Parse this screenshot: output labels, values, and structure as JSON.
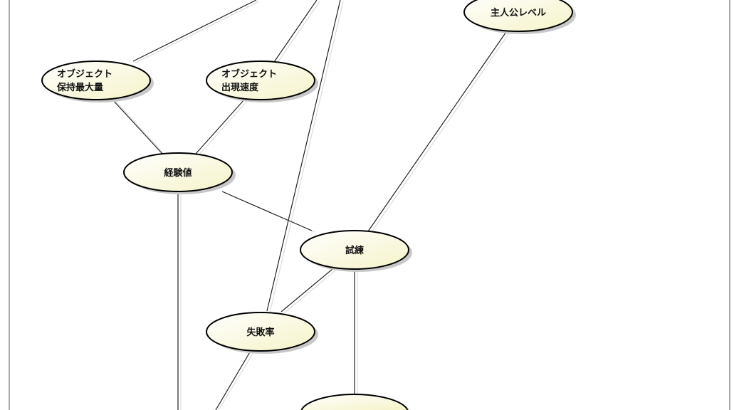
{
  "diagram": {
    "nodes": [
      {
        "id": "object-max",
        "lines": [
          "オブジェクト",
          "保持最大量"
        ]
      },
      {
        "id": "object-speed",
        "lines": [
          "オブジェクト",
          "出現速度"
        ]
      },
      {
        "id": "experience",
        "lines": [
          "経験値"
        ]
      },
      {
        "id": "trial",
        "lines": [
          "試練"
        ]
      },
      {
        "id": "failure-rate",
        "lines": [
          "失敗率"
        ]
      },
      {
        "id": "hero-level",
        "lines": [
          "主人公レベル"
        ]
      }
    ],
    "colors": {
      "fill": "#fbfbe0",
      "stroke": "#000000",
      "shadow": "#c8c8c8"
    }
  }
}
